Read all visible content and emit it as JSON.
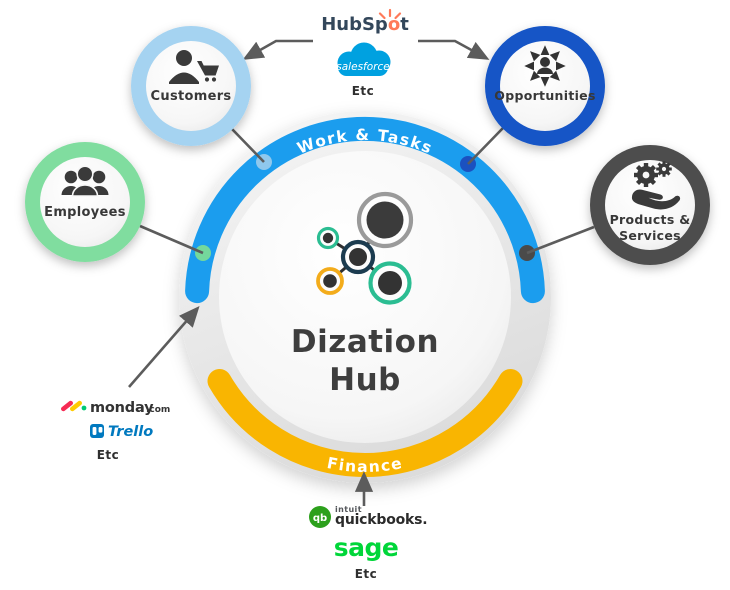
{
  "hub": {
    "title_line1": "Dization",
    "title_line2": "Hub",
    "arc_top_label": "Work & Tasks",
    "arc_bottom_label": "Finance",
    "arc_top_color": "#1B9DEE",
    "arc_bottom_color": "#F9B501"
  },
  "satellites": {
    "customers": {
      "label": "Customers",
      "ring_color": "#A5D3F1",
      "icon": "customer-with-cart-icon"
    },
    "opportunities": {
      "label": "Opportunities",
      "ring_color": "#1454C6",
      "icon": "person-expand-arrows-icon"
    },
    "employees": {
      "label": "Employees",
      "ring_color": "#80DD9F",
      "icon": "team-icon"
    },
    "products": {
      "label_line1": "Products &",
      "label_line2": "Services",
      "ring_color": "#4D4D4D",
      "icon": "hand-with-gears-icon"
    }
  },
  "integrations": {
    "crm": {
      "hubspot_pre": "HubSp",
      "hubspot_o": "o",
      "hubspot_post": "t",
      "salesforce": "salesforce",
      "etc": "Etc"
    },
    "work": {
      "monday": "monday",
      "monday_tld": ".com",
      "trello": "Trello",
      "etc": "Etc"
    },
    "finance": {
      "quickbooks_intuit": "intuit",
      "quickbooks": "quickbooks.",
      "quickbooks_badge": "qb",
      "sage": "sage",
      "etc": "Etc"
    }
  }
}
